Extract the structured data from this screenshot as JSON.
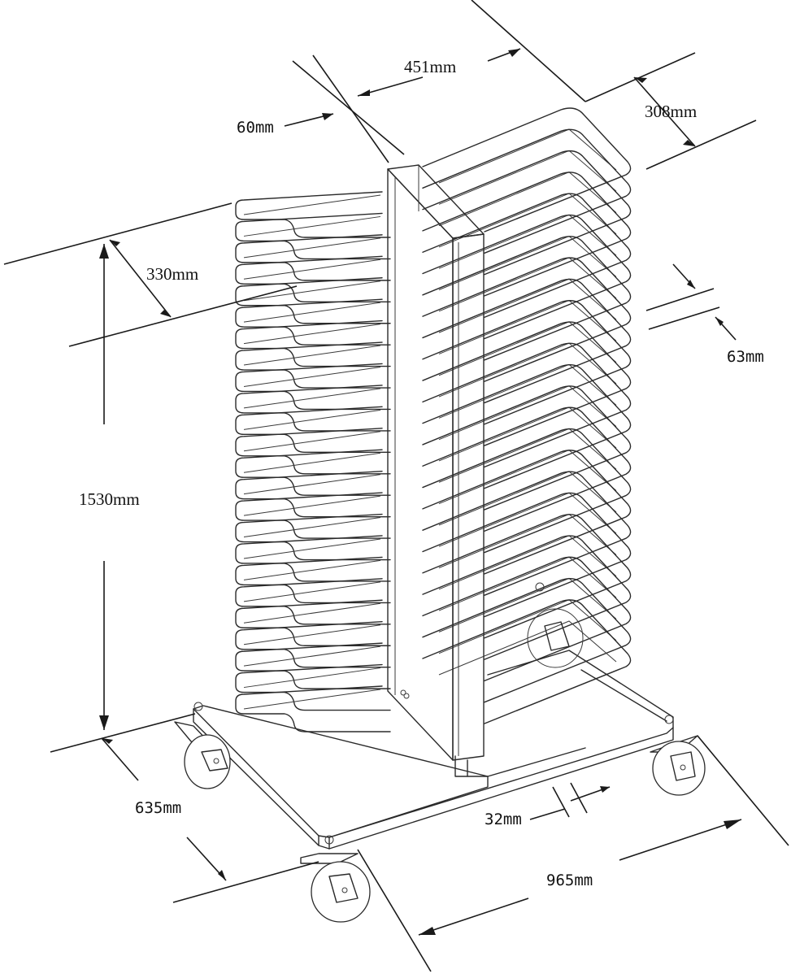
{
  "dimensions": {
    "top_width": "451mm",
    "post_width": "60mm",
    "tray_depth_right": "308mm",
    "tray_depth_left": "330mm",
    "tray_spacing": "63mm",
    "height": "1530mm",
    "base_depth": "635mm",
    "tube_size": "32mm",
    "base_length": "965mm"
  },
  "trays": {
    "count_per_side": 24
  }
}
